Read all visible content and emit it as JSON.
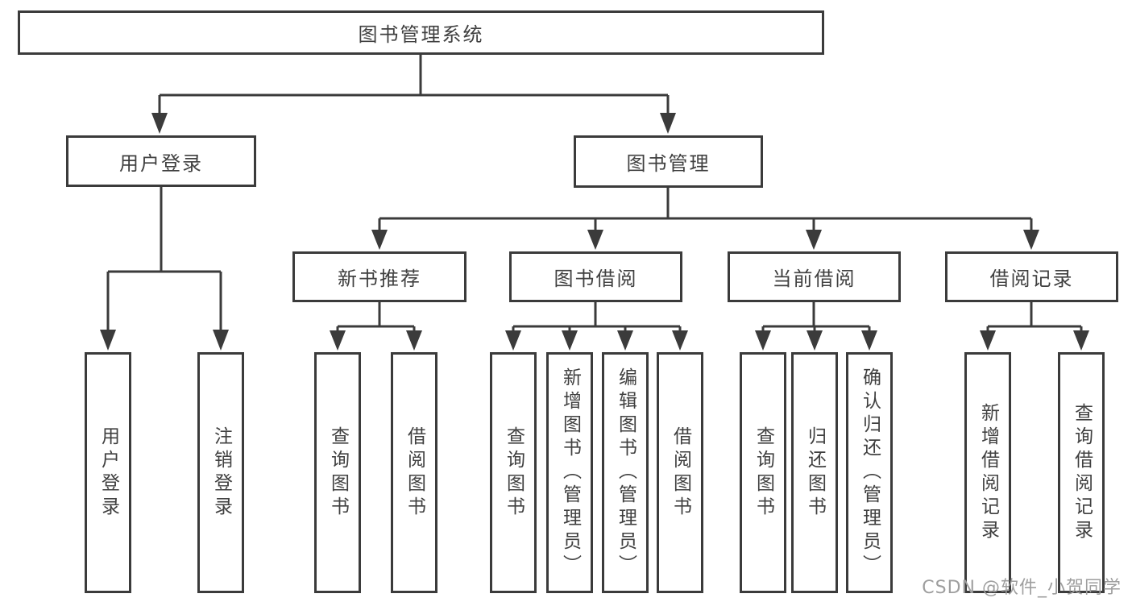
{
  "diagram": {
    "title": "图书管理系统",
    "root": {
      "label": "图书管理系统"
    },
    "level2": [
      {
        "label": "用户登录"
      },
      {
        "label": "图书管理"
      }
    ],
    "level3": [
      {
        "label": "新书推荐"
      },
      {
        "label": "图书借阅"
      },
      {
        "label": "当前借阅"
      },
      {
        "label": "借阅记录"
      }
    ],
    "leaves": [
      {
        "label": "用户登录",
        "parent": "用户登录"
      },
      {
        "label": "注销登录",
        "parent": "用户登录"
      },
      {
        "label": "查询图书",
        "parent": "新书推荐"
      },
      {
        "label": "借阅图书",
        "parent": "新书推荐"
      },
      {
        "label": "查询图书",
        "parent": "图书借阅"
      },
      {
        "label": "新增图书（管理员）",
        "parent": "图书借阅"
      },
      {
        "label": "编辑图书（管理员）",
        "parent": "图书借阅"
      },
      {
        "label": "借阅图书",
        "parent": "图书借阅"
      },
      {
        "label": "查询图书",
        "parent": "当前借阅"
      },
      {
        "label": "归还图书",
        "parent": "当前借阅"
      },
      {
        "label": "确认归还（管理员）",
        "parent": "当前借阅"
      },
      {
        "label": "新增借阅记录",
        "parent": "借阅记录"
      },
      {
        "label": "查询借阅记录",
        "parent": "借阅记录"
      }
    ],
    "watermark": "CSDN @软件_小贺同学",
    "colors": {
      "line": "#3b3b3b",
      "text": "#404040",
      "box_background": "#ffffff",
      "watermark": "#9e9e9e"
    }
  }
}
